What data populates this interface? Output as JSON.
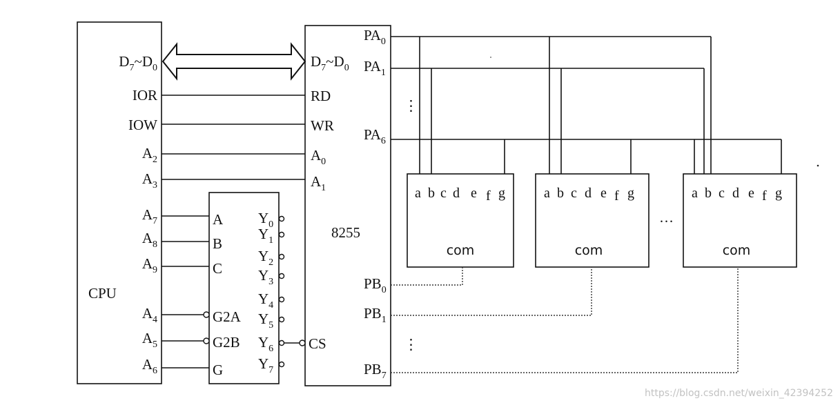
{
  "cpu": {
    "label": "CPU",
    "pins": {
      "d_bus": {
        "main": "D",
        "s1": "7",
        "mid": "~D",
        "s2": "0"
      },
      "ior": "IOR",
      "iow": "IOW",
      "a2": {
        "main": "A",
        "sub": "2"
      },
      "a3": {
        "main": "A",
        "sub": "3"
      },
      "a7": {
        "main": "A",
        "sub": "7"
      },
      "a8": {
        "main": "A",
        "sub": "8"
      },
      "a9": {
        "main": "A",
        "sub": "9"
      },
      "a4": {
        "main": "A",
        "sub": "4"
      },
      "a5": {
        "main": "A",
        "sub": "5"
      },
      "a6": {
        "main": "A",
        "sub": "6"
      }
    }
  },
  "decoder": {
    "inputs": [
      "A",
      "B",
      "C",
      "G2A",
      "G2B",
      "G"
    ],
    "outputs": [
      {
        "main": "Y",
        "sub": "0"
      },
      {
        "main": "Y",
        "sub": "1"
      },
      {
        "main": "Y",
        "sub": "2"
      },
      {
        "main": "Y",
        "sub": "3"
      },
      {
        "main": "Y",
        "sub": "4"
      },
      {
        "main": "Y",
        "sub": "5"
      },
      {
        "main": "Y",
        "sub": "6"
      },
      {
        "main": "Y",
        "sub": "7"
      }
    ]
  },
  "ppi": {
    "label": "8255",
    "left_pins": {
      "d_bus": {
        "main": "D",
        "s1": "7",
        "mid": "~D",
        "s2": "0"
      },
      "rd": "RD",
      "wr": "WR",
      "a0": {
        "main": "A",
        "sub": "0"
      },
      "a1": {
        "main": "A",
        "sub": "1"
      },
      "cs": "CS"
    },
    "right_pins": {
      "pa0": {
        "main": "PA",
        "sub": "0"
      },
      "pa1": {
        "main": "PA",
        "sub": "1"
      },
      "pa6": {
        "main": "PA",
        "sub": "6"
      },
      "pb0": {
        "main": "PB",
        "sub": "0"
      },
      "pb1": {
        "main": "PB",
        "sub": "1"
      },
      "pb7": {
        "main": "PB",
        "sub": "7"
      }
    },
    "vdots": "⋮"
  },
  "displays": {
    "segments": [
      "a",
      "b",
      "c",
      "d",
      "e",
      "f",
      "g"
    ],
    "common": "com",
    "ellipsis": "…",
    "count_shown": 3
  },
  "watermark": "https://blog.csdn.net/weixin_42394252"
}
